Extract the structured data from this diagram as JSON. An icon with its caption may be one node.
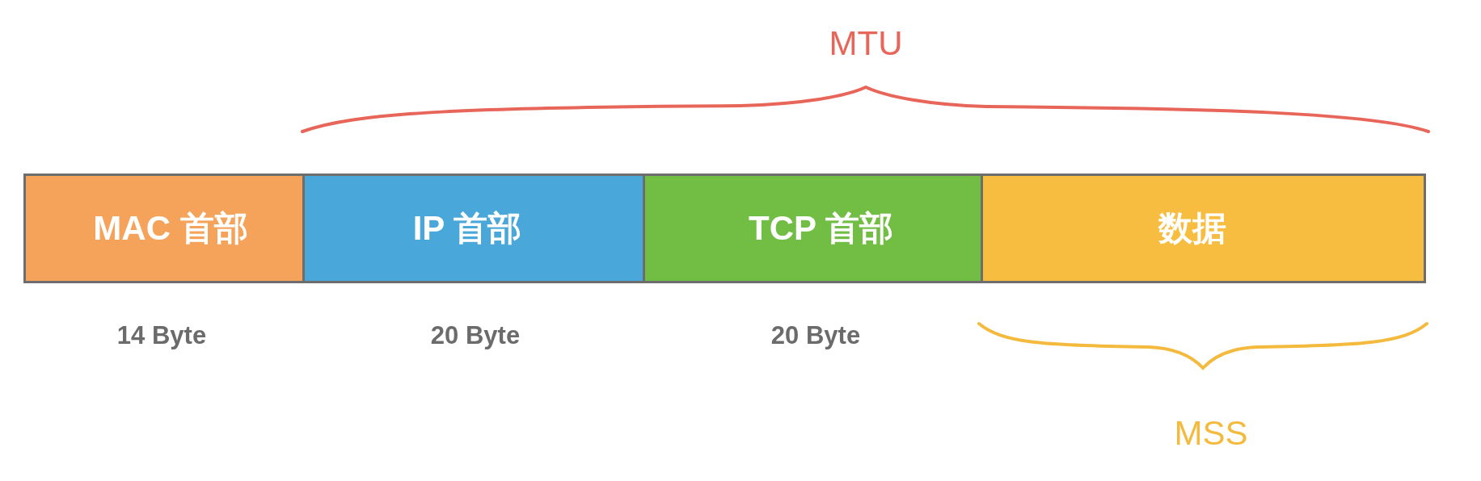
{
  "diagram": {
    "nodes": [
      {
        "text": [
          "MAC 首部"
        ],
        "beside": [
          "14 Byte"
        ]
      },
      {
        "text": [
          "IP 首部"
        ],
        "beside": [
          "20 Byte"
        ]
      },
      {
        "text": [
          "TCP 首部"
        ],
        "beside": [
          "20 Byte"
        ]
      },
      {
        "text": [
          "数据"
        ]
      }
    ],
    "labels": [
      "MTU",
      "MSS"
    ]
  }
}
